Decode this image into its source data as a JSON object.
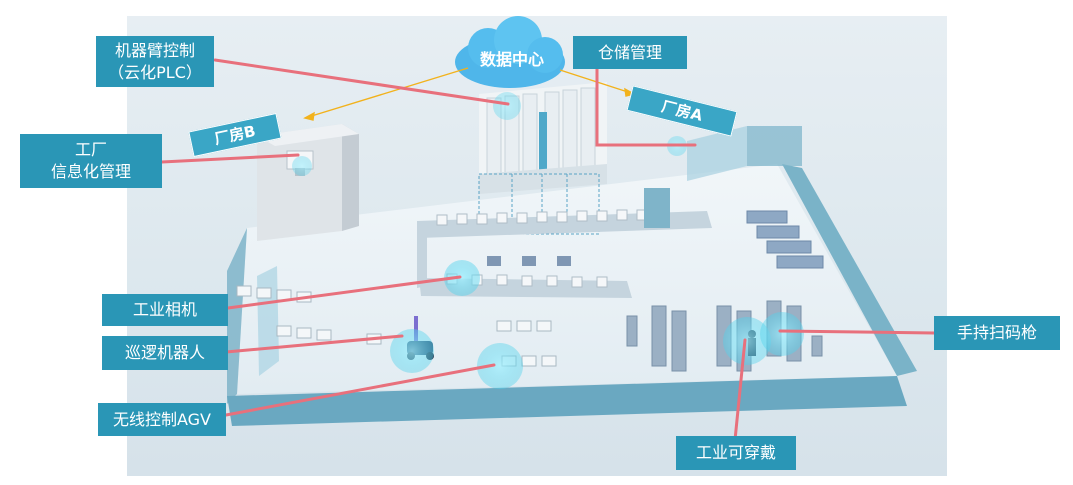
{
  "callouts": {
    "robot_arm": [
      "机器臂控制",
      "（云化PLC）"
    ],
    "warehouse": "仓储管理",
    "factory_info": [
      "工厂",
      "信息化管理"
    ],
    "camera": "工业相机",
    "patrol_robot": "巡逻机器人",
    "agv": "无线控制AGV",
    "wearable": "工业可穿戴",
    "scanner": "手持扫码枪"
  },
  "tags": {
    "plant_b": "厂房B",
    "plant_a": "厂房A"
  },
  "cloud": {
    "label": "数据中心"
  },
  "colors": {
    "callout_bg": "#2a96b6",
    "leader_line": "#e8707c",
    "link_line": "#f2b21c",
    "cloud": "#4fb6ea",
    "halo": "#6fd9ef"
  }
}
